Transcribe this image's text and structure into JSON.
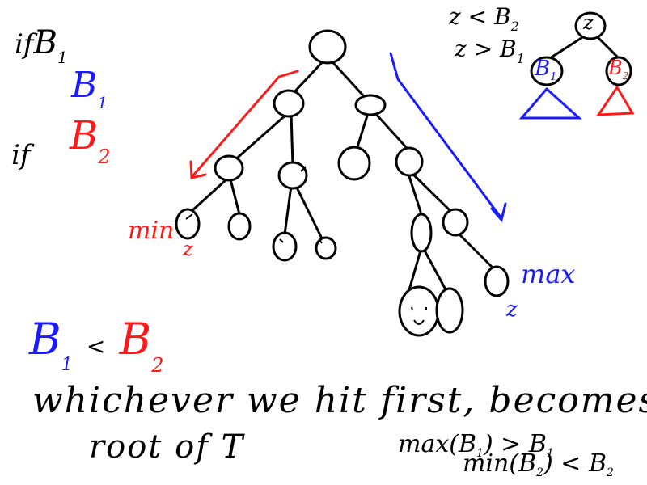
{
  "notes": {
    "top_left_if1": "if",
    "top_left_b1_black": "B",
    "top_left_sub1_black": "1",
    "top_left_b1_blue": "B",
    "top_left_sub1_blue": "1",
    "mid_left_if": "if",
    "mid_left_b2_red": "B",
    "mid_left_sub2_red": "2",
    "compare_b1": "B",
    "compare_sub1": "1",
    "compare_lt": "<",
    "compare_b2": "B",
    "compare_sub2": "2",
    "min_label": "min",
    "min_z": "z",
    "max_label": "max",
    "max_z": "z",
    "z_lt_b2": "z < B",
    "z_lt_b2_sub": "2",
    "z_gt_b1": "z > B",
    "z_gt_b1_sub": "1",
    "mini_root": "z",
    "mini_left": "B",
    "mini_left_sub": "1",
    "mini_right": "B",
    "mini_right_sub": "2",
    "bottom_line1": "whichever we hit first, becomes",
    "bottom_line2": "root of T",
    "max_formula": "max(B",
    "max_formula_sub": "1",
    "max_formula_rest": ") > B",
    "max_formula_rest_sub": "1",
    "min_formula": "min(B",
    "min_formula_sub": "2",
    "min_formula_rest": ") < B",
    "min_formula_rest_sub": "2"
  },
  "colors": {
    "black": "#000000",
    "red": "#ff1a1a",
    "blue": "#1a1aff"
  }
}
